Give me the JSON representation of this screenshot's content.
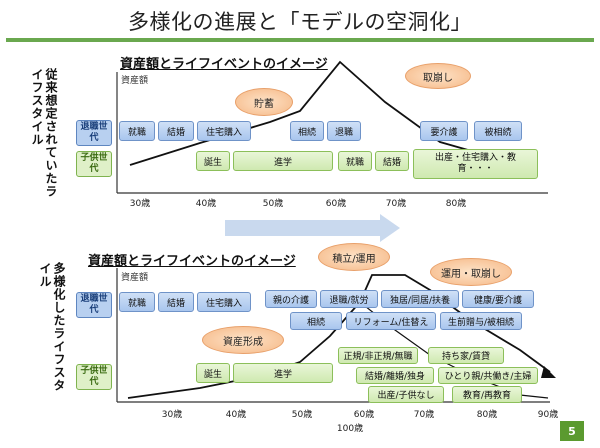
{
  "title": "多様化の進展と「モデルの空洞化」",
  "top": {
    "section_title": "資産額とライフイベントのイメージ",
    "side_label": "従来想定されていたライフスタイル",
    "axis_label": "資産額",
    "retire_gen": "退職世代",
    "child_gen": "子供世代",
    "bubble_saving": "貯蓄",
    "bubble_drawdown": "取崩し",
    "blue_boxes": [
      "就職",
      "結婚",
      "住宅購入",
      "相続",
      "退職",
      "要介護",
      "被相続"
    ],
    "green_boxes": [
      "誕生",
      "進学",
      "就職",
      "結婚",
      "出産・住宅購入・教育・・・"
    ],
    "ticks": [
      "30歳",
      "40歳",
      "50歳",
      "60歳",
      "70歳",
      "80歳"
    ]
  },
  "bottom": {
    "section_title": "資産額とライフイベントのイメージ",
    "side_label": "多様化したライフスタイル",
    "axis_label": "資産額",
    "retire_gen": "退職世代",
    "child_gen": "子供世代",
    "bubble_accum": "積立/運用",
    "bubble_invest": "運用・取崩し",
    "bubble_form": "資産形成",
    "blue_boxes": [
      "就職",
      "結婚",
      "住宅購入",
      "親の介護",
      "退職/就労",
      "独居/同居/扶養",
      "健康/要介護",
      "相続",
      "リフォーム/住替え",
      "生前贈与/被相続"
    ],
    "green_boxes": [
      "誕生",
      "進学",
      "正規/非正規/無職",
      "持ち家/賃貸",
      "結婚/離婚/独身",
      "ひとり親/共働き/主婦",
      "出産/子供なし",
      "教育/再教育"
    ],
    "ticks": [
      "30歳",
      "40歳",
      "50歳",
      "60歳",
      "70歳",
      "80歳",
      "90歳"
    ],
    "tick_100": "100歳"
  },
  "page_number": "5"
}
